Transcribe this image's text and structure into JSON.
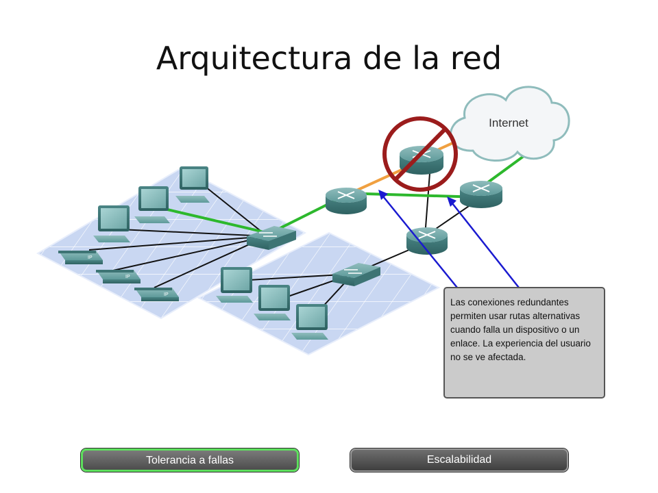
{
  "title": "Arquitectura de la red",
  "diagram": {
    "cloud_label": "Internet",
    "phone_label": "IP",
    "callout_text": "Las conexiones redundantes permiten usar rutas alternativas cuando falla un dispositivo o un enlace. La experiencia del usuario no se ve afectada.",
    "colors": {
      "redundant_link": "#2db82d",
      "failed_link": "#f0a040",
      "pointer_arrow": "#1a1ad0",
      "prohibition": "#9b1c1c",
      "device": "#4f8c8c",
      "floor": "#c9d7f2"
    }
  },
  "buttons": {
    "fault_tolerance": "Tolerancia a fallas",
    "scalability": "Escalabilidad"
  }
}
